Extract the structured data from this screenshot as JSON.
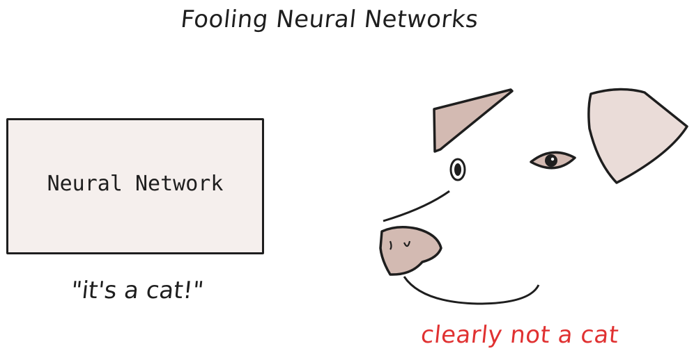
{
  "diagram": {
    "title": "Fooling Neural Networks",
    "box_label": "Neural Network",
    "prediction_text": "\"it's a cat!\"",
    "annotation_text": "clearly not a cat"
  },
  "colors": {
    "stroke": "#1e1e1e",
    "box_fill": "#f5efed",
    "ear_fill": "#d3bab2",
    "far_ear_fill": "#eadcd8",
    "nose_fill": "#d3bab2",
    "annotation": "#e03131"
  }
}
